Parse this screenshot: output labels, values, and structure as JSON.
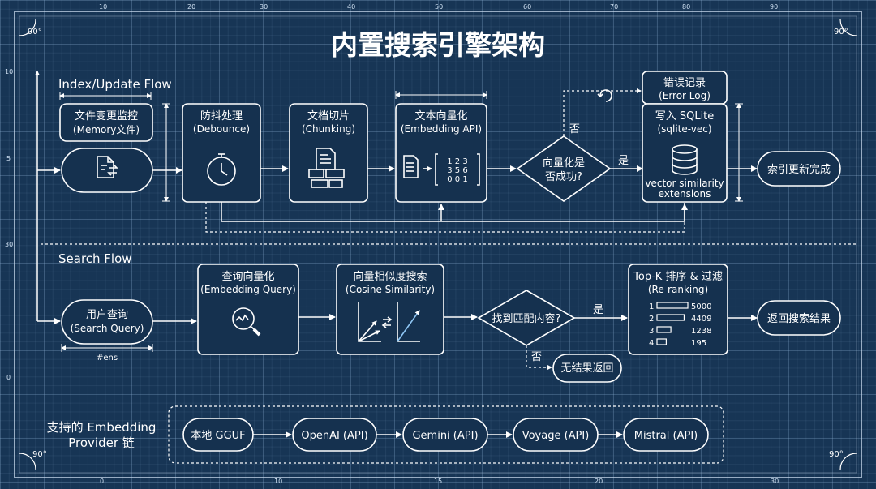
{
  "title": "内置搜索引擎架构",
  "corners": {
    "tl": "90°",
    "tr": "90°",
    "bl": "90°",
    "br": "90°"
  },
  "rulers": {
    "top": [
      "10",
      "20",
      "30",
      "40",
      "50",
      "60",
      "70",
      "80",
      "90"
    ],
    "bottom": [
      "0",
      "10",
      "15",
      "20",
      "30"
    ],
    "left": [
      "10",
      "5",
      "30",
      "0"
    ]
  },
  "index_flow": {
    "label": "Index/Update Flow",
    "watch": {
      "title": "文件变更监控",
      "sub": "(Memory文件)",
      "icon": "file-transfer-icon"
    },
    "debounce": {
      "title": "防抖处理",
      "sub": "(Debounce)",
      "icon": "stopwatch-icon"
    },
    "chunking": {
      "title": "文档切片",
      "sub": "(Chunking)",
      "icon": "document-chunks-icon"
    },
    "embedding": {
      "title": "文本向量化",
      "sub": "(Embedding API)",
      "icon": "matrix-icon",
      "matrix": [
        "1 2 3",
        "3 5 6",
        "0 0 1"
      ]
    },
    "decision": {
      "line1": "向量化是",
      "line2": "否成功?",
      "yes": "是",
      "no": "否"
    },
    "error": {
      "title": "错误记录",
      "sub": "(Error Log)",
      "icon": "retry-icon"
    },
    "sqlite": {
      "title": "写入 SQLite",
      "sub": "(sqlite-vec)",
      "icon": "database-icon",
      "note1": "vector similarity",
      "note2": "extensions"
    },
    "done": "索引更新完成"
  },
  "search_flow": {
    "label": "Search Flow",
    "query": {
      "title": "用户查询",
      "sub": "(Search Query)",
      "dim_label": "#ens"
    },
    "embed_query": {
      "title": "查询向量化",
      "sub": "(Embedding Query)",
      "icon": "search-chart-icon"
    },
    "similarity": {
      "title": "向量相似度搜索",
      "sub": "(Cosine Similarity)",
      "icon": "vectors-icon"
    },
    "decision": {
      "text": "找到匹配内容?",
      "yes": "是",
      "no": "否"
    },
    "rerank": {
      "title": "Top-K 排序 & 过滤",
      "sub": "(Re-ranking)",
      "rows": [
        {
          "rank": "1",
          "score": "5000",
          "fill": 1.0
        },
        {
          "rank": "2",
          "score": "4409",
          "fill": 0.88
        },
        {
          "rank": "3",
          "score": "1238",
          "fill": 0.45
        },
        {
          "rank": "4",
          "score": "195",
          "fill": 0.3
        }
      ]
    },
    "no_result": "无结果返回",
    "result": "返回搜索结果"
  },
  "providers": {
    "label_line1": "支持的 Embedding",
    "label_line2": "Provider 链",
    "items": [
      "本地 GGUF",
      "OpenAI (API)",
      "Gemini (API)",
      "Voyage (API)",
      "Mistral (API)"
    ]
  }
}
